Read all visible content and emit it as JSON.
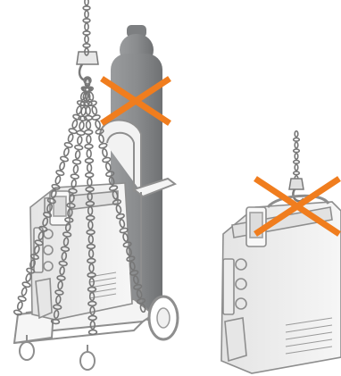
{
  "figures": [
    {
      "id": "left",
      "subject": "welder-on-trolley-with-gas-cylinder",
      "lifting": "four-chain-sling-from-hook",
      "prohibition": "cylinder-attached",
      "mark": "cross-mark-icon"
    },
    {
      "id": "right",
      "subject": "welder-unit",
      "lifting": "single-chain-hook-on-handle",
      "prohibition": "lifting-by-handle",
      "mark": "cross-mark-icon"
    }
  ],
  "colors": {
    "cross": "#f07d1e",
    "cylinder": "#8a8c8e",
    "machine_fill": "#efefef",
    "machine_stroke": "#8e8e8e",
    "chain": "#777777",
    "background": "#ffffff"
  },
  "icons": [
    "hook-icon",
    "chain-icon",
    "cross-mark-icon",
    "gas-cylinder-icon",
    "wheel-icon"
  ]
}
